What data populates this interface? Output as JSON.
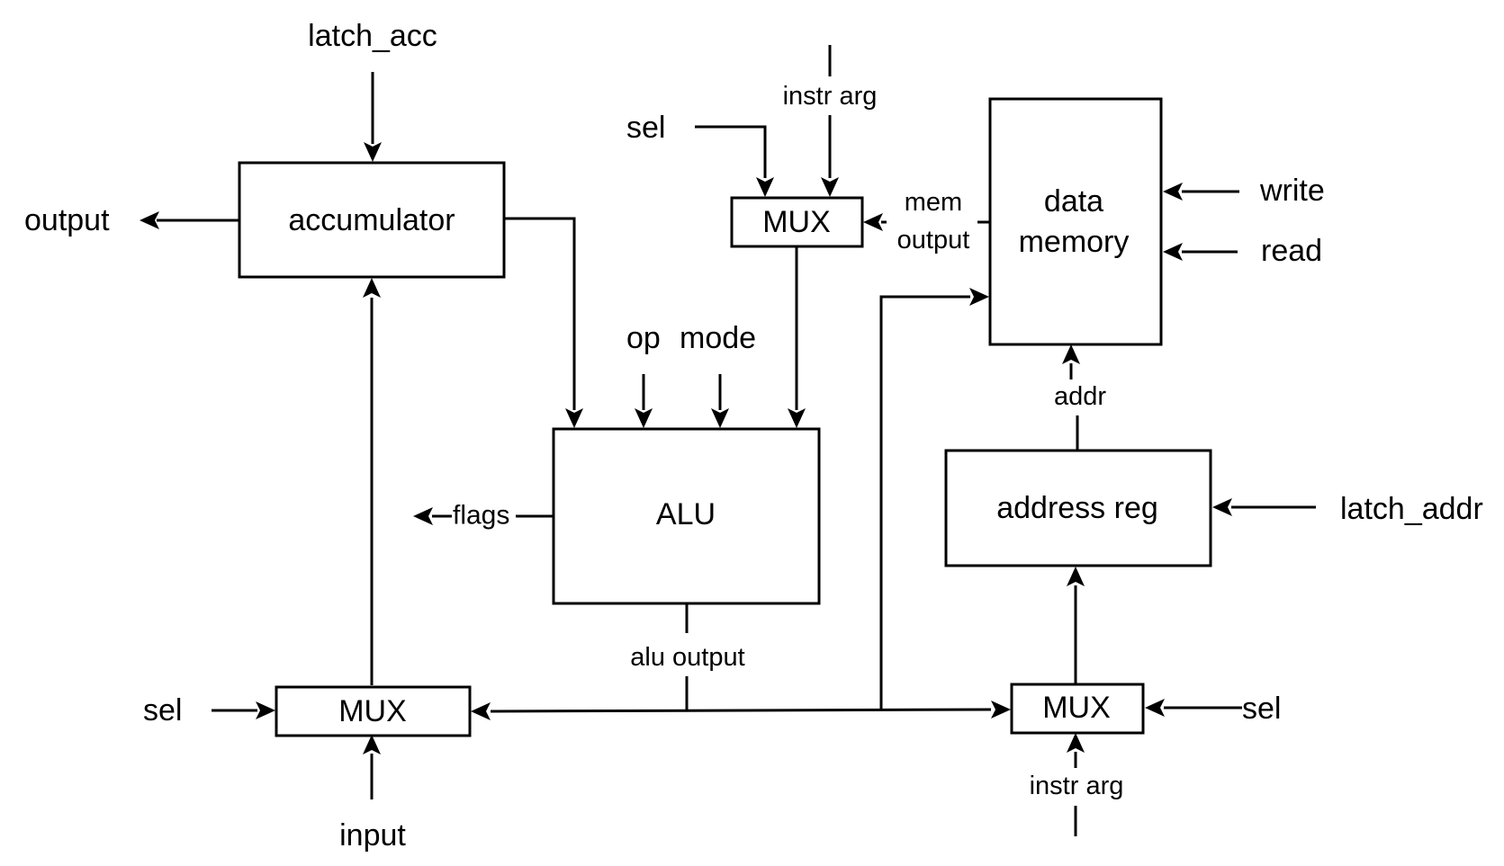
{
  "components": {
    "accumulator": "accumulator",
    "alu": "ALU",
    "data_memory": [
      "data",
      "memory"
    ],
    "address_reg": "address reg",
    "mux_top": "MUX",
    "mux_left": "MUX",
    "mux_right": "MUX"
  },
  "signals": {
    "latch_acc": "latch_acc",
    "output": "output",
    "sel_top": "sel",
    "instr_arg_top": "instr arg",
    "mem_output": [
      "mem",
      "output"
    ],
    "write": "write",
    "read": "read",
    "op": "op",
    "mode": "mode",
    "flags": "flags",
    "addr": "addr",
    "latch_addr": "latch_addr",
    "alu_output": "alu output",
    "sel_left": "sel",
    "input": "input",
    "sel_right": "sel",
    "instr_arg_bottom": "instr arg"
  }
}
